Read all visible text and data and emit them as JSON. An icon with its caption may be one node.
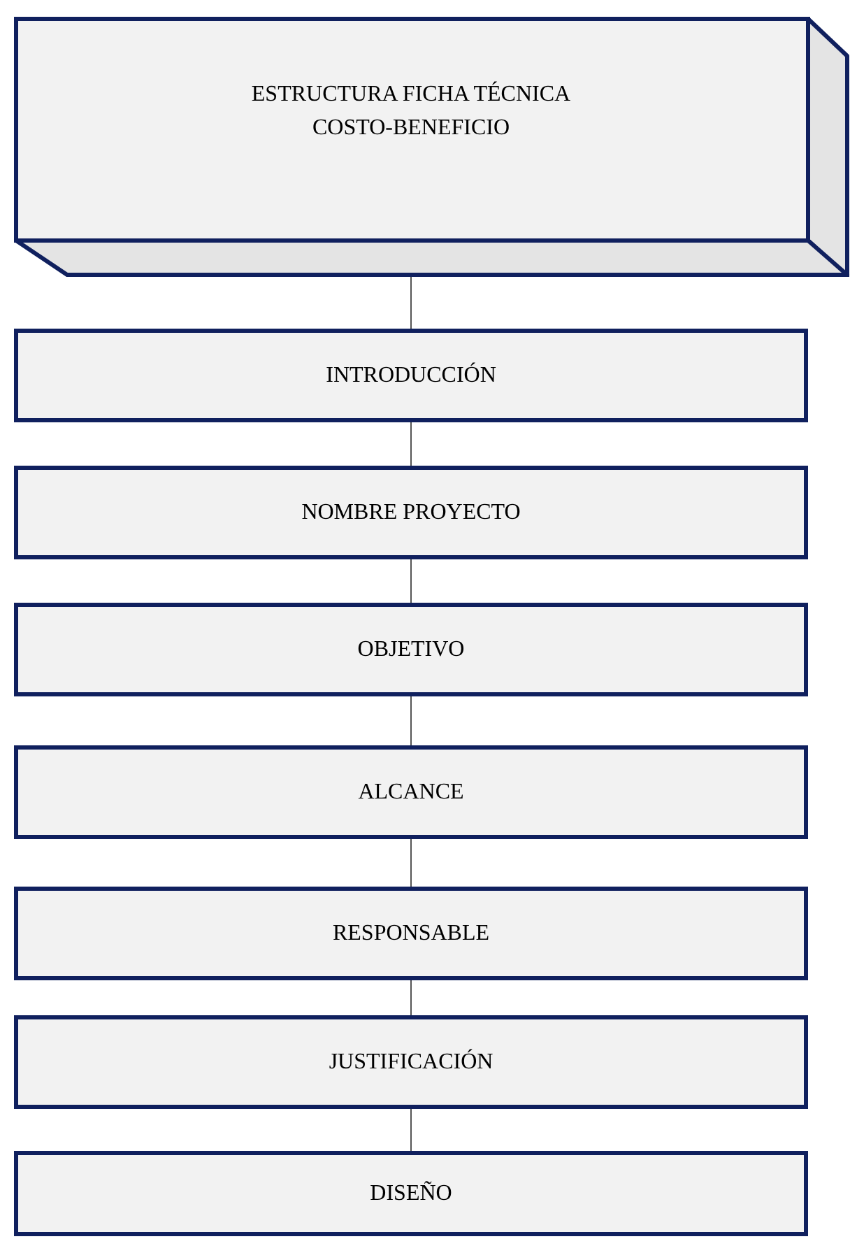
{
  "diagram": {
    "nodes": [
      {
        "text": [
          "ESTRUCTURA FICHA TÉCNICA COSTO-BENEFICIO"
        ]
      },
      {
        "text": [
          "INTRODUCCIÓN"
        ]
      },
      {
        "text": [
          "NOMBRE PROYECTO"
        ]
      },
      {
        "text": [
          "OBJETIVO"
        ]
      },
      {
        "text": [
          "ALCANCE"
        ]
      },
      {
        "text": [
          "RESPONSABLE"
        ]
      },
      {
        "text": [
          "JUSTIFICACIÓN"
        ]
      },
      {
        "text": [
          "DISEÑO"
        ]
      }
    ],
    "edges": [
      {
        "from": 0,
        "to": 1,
        "arrow": "none"
      },
      {
        "from": 1,
        "to": 2,
        "arrow": "none"
      },
      {
        "from": 2,
        "to": 3,
        "arrow": "none"
      },
      {
        "from": 3,
        "to": 4,
        "arrow": "none"
      },
      {
        "from": 4,
        "to": 5,
        "arrow": "none"
      },
      {
        "from": 5,
        "to": 6,
        "arrow": "none"
      },
      {
        "from": 6,
        "to": 7,
        "arrow": "none"
      }
    ]
  }
}
